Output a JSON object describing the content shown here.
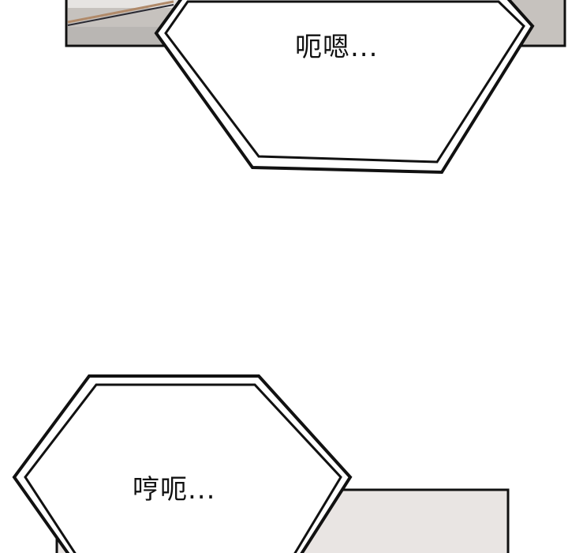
{
  "panels": [
    {
      "name": "top-panel",
      "fill": "#c8c4c0",
      "border": "#111111"
    },
    {
      "name": "bottom-panel",
      "fill": "#e9e5e3",
      "border": "#111111"
    }
  ],
  "bubbles": [
    {
      "text": "呃嗯..."
    },
    {
      "text": "哼呃..."
    }
  ],
  "colors": {
    "background": "#ffffff",
    "ink": "#111111",
    "bubble_fill": "#ffffff"
  }
}
